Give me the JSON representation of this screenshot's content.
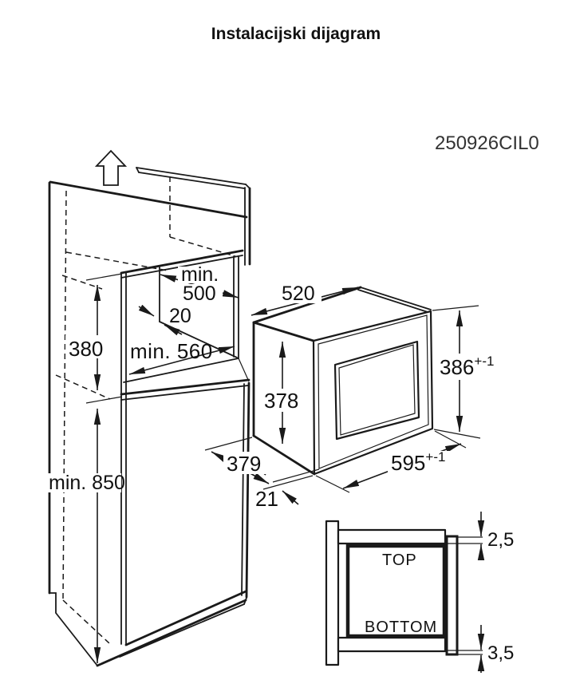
{
  "title": "Instalacijski dijagram",
  "drawing_number": "250926CIL0",
  "cabinet_dimensions": {
    "niche_depth_label_line1": "min.",
    "niche_depth_label_line2": "500",
    "top_clearance": "20",
    "niche_height": "380",
    "niche_width": "min. 560",
    "plinth_height": "min. 850"
  },
  "oven_dimensions": {
    "body_width": "520",
    "body_height": "378",
    "body_depth": "379",
    "front_protrusion": "21",
    "front_height": {
      "value": "386",
      "tolerance": "+-1"
    },
    "front_width": {
      "value": "595",
      "tolerance": "+-1"
    }
  },
  "section_detail": {
    "top_label": "TOP",
    "bottom_label": "BOTTOM",
    "top_gap": "2,5",
    "bottom_gap": "3,5"
  }
}
